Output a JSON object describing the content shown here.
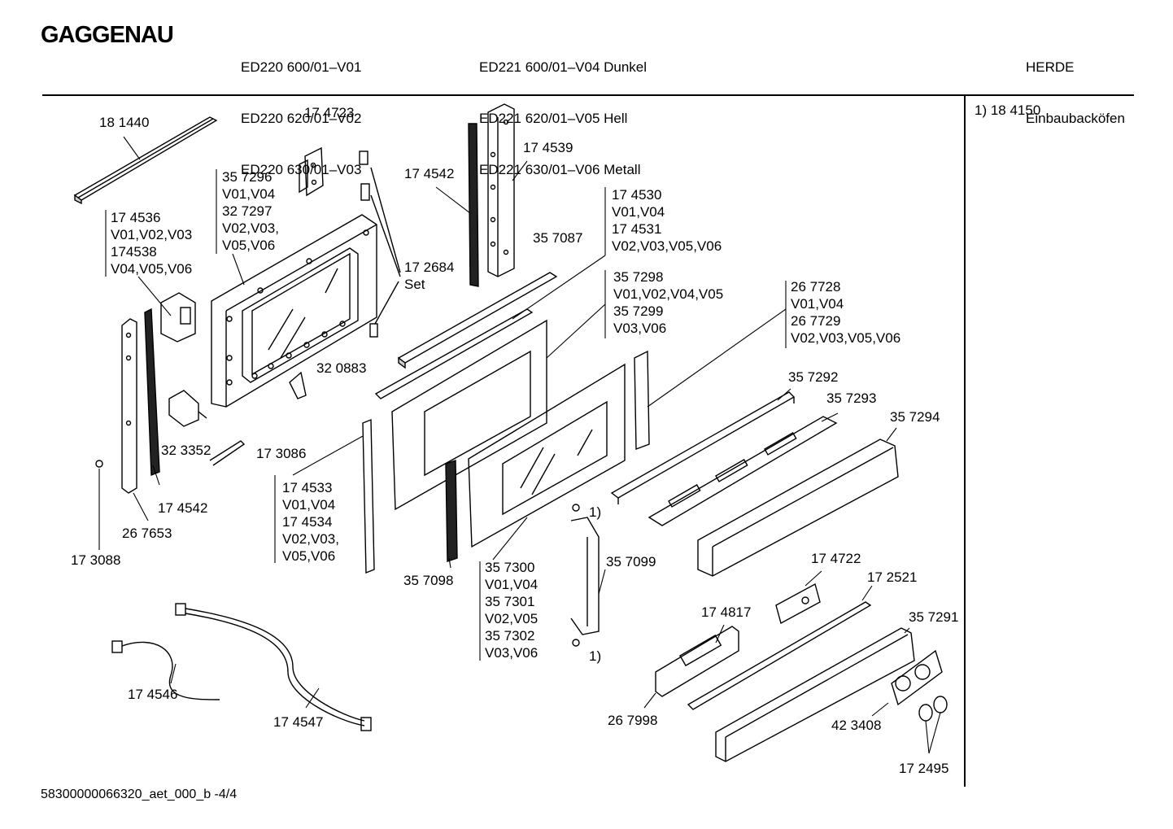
{
  "header": {
    "logo": "GAGGENAU",
    "models_col1": [
      "ED220 600/01–V01",
      "ED220 620/01–V02",
      "ED220 630/01–V03"
    ],
    "models_col2": [
      "ED221 600/01–V04 Dunkel",
      "ED221 620/01–V05 Hell",
      "ED221 630/01–V06 Metall"
    ],
    "category": [
      "HERDE",
      "Einbaubacköfen"
    ]
  },
  "side_note": "1) 18 4150",
  "footer": "58300000066320_aet_000_b  -4/4",
  "labels": [
    [
      "18 1440"
    ],
    [
      "17 4723"
    ],
    [
      "17 4539"
    ],
    [
      "17 4542"
    ],
    [
      "35 7296",
      "V01,V04",
      "32 7297",
      "V02,V03,",
      "V05,V06"
    ],
    [
      "17 4536",
      "V01,V02,V03",
      "174538",
      "V04,V05,V06"
    ],
    [
      "17 4530",
      "V01,V04",
      "17 4531",
      "V02,V03,V05,V06"
    ],
    [
      "35 7087"
    ],
    [
      "17 2684",
      "Set"
    ],
    [
      "35 7298",
      "V01,V02,V04,V05",
      "35 7299",
      "V03,V06"
    ],
    [
      "26 7728",
      "V01,V04",
      "26 7729",
      "V02,V03,V05,V06"
    ],
    [
      "32 0883"
    ],
    [
      "35 7292"
    ],
    [
      "35 7293"
    ],
    [
      "35 7294"
    ],
    [
      "32 3352"
    ],
    [
      "17 3086"
    ],
    [
      "17 4533",
      "V01,V04",
      "17 4534",
      "V02,V03,",
      "V05,V06"
    ],
    [
      "17 4542"
    ],
    [
      "26 7653"
    ],
    [
      "17 3088"
    ],
    [
      "1)"
    ],
    [
      "35 7098"
    ],
    [
      "35 7300",
      "V01,V04",
      "35 7301",
      "V02,V05",
      "35 7302",
      "V03,V06"
    ],
    [
      "35 7099"
    ],
    [
      "17 4722"
    ],
    [
      "17 2521"
    ],
    [
      "17 4817"
    ],
    [
      "35 7291"
    ],
    [
      "1)"
    ],
    [
      "17 4546"
    ],
    [
      "17 4547"
    ],
    [
      "26 7998"
    ],
    [
      "42 3408"
    ],
    [
      "17 2495"
    ]
  ]
}
